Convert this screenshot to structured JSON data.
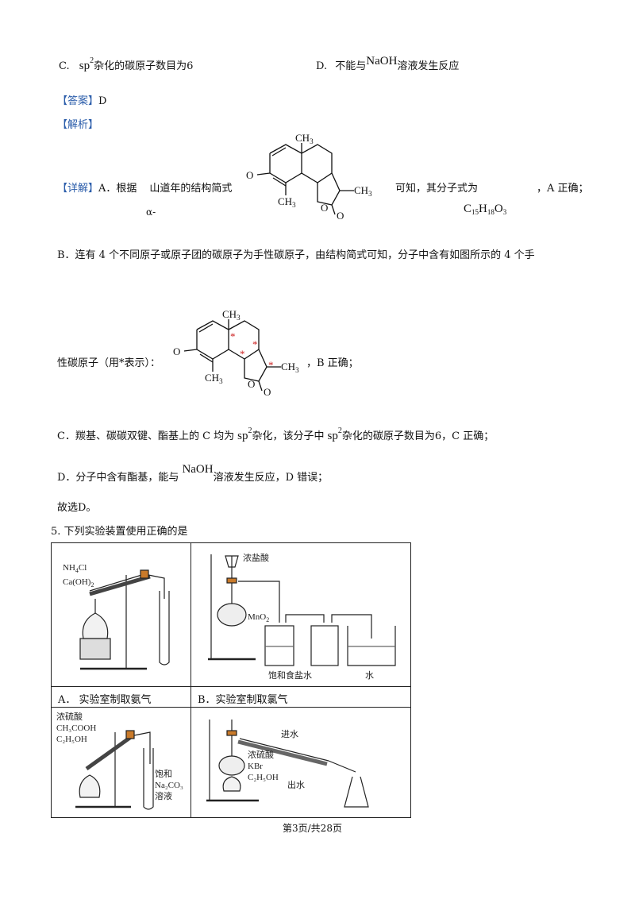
{
  "option_c": {
    "label": "C.",
    "sp": "sp",
    "sup": "2",
    "text": "杂化的碳原子数目为6"
  },
  "option_d": {
    "label": "D.",
    "text_pre": "不能与",
    "naoh": "NaOH",
    "text_post": "溶液发生反应"
  },
  "answer": {
    "tag": "【答案】",
    "value": "D"
  },
  "analysis": {
    "tag": "【解析】"
  },
  "detail_a": {
    "tag": "【详解】",
    "pre": "A．根据",
    "name": "山道年的结构简式",
    "alpha": "α-",
    "post": "可知，其分子式为",
    "formula_c": "C",
    "formula_c_sub": "15",
    "formula_h": "H",
    "formula_h_sub": "18",
    "formula_o": "O",
    "formula_o_sub": "3",
    "conclusion": "，A 正确；"
  },
  "detail_b": {
    "line1": "B．连有 4 个不同原子或原子团的碳原子为手性碳原子，由结构简式可知，分子中含有如图所示的 4 个手",
    "line2_pre": "性碳原子（用*表示）：",
    "line2_post": "，B 正确；"
  },
  "detail_c": {
    "pre": "C．羰基、碳碳双键、酯基上的 C 均为",
    "sp": "sp",
    "sup": "2",
    "mid": "杂化，该分子中",
    "post": "杂化的碳原子数目为6，C 正确；"
  },
  "detail_d": {
    "pre": "D．分子中含有酯基，能与",
    "naoh": "NaOH",
    "post": "溶液发生反应，D 错误；"
  },
  "conclusion": "故选D。",
  "question5": {
    "text": "5. 下列实验装置使用正确的是"
  },
  "molecule": {
    "ch3_top": "CH",
    "ch3_sub": "3",
    "o_left": "O",
    "ch3_right": "CH",
    "ch3_bottom": "CH",
    "o_ring": "O",
    "o_bottom": "O",
    "star": "*"
  },
  "cells": {
    "a_label": "A．  实验室制取氨气",
    "b_label": "B．实验室制取氯气",
    "a_reagent1": "NH",
    "a_reagent1_sub": "4",
    "a_reagent1_tail": "Cl",
    "a_reagent2": "Ca(OH)",
    "a_reagent2_sub": "2",
    "b_acid": "浓盐酸",
    "b_mno2": "MnO",
    "b_mno2_sub": "2",
    "b_salt": "饱和食盐水",
    "b_water": "水",
    "c_acid": "浓硫酸",
    "c_acetic": "CH₃COOH",
    "c_ethanol": "C₂H₅OH",
    "c_sat": "饱和",
    "c_na2co3": "Na₂CO₃",
    "c_sol": "溶液",
    "d_in": "进水",
    "d_out": "出水",
    "d_acid": "浓硫酸",
    "d_kbr": "KBr",
    "d_ethanol": "C₂H₅OH"
  },
  "footer": {
    "page": "第3页/共28页"
  }
}
